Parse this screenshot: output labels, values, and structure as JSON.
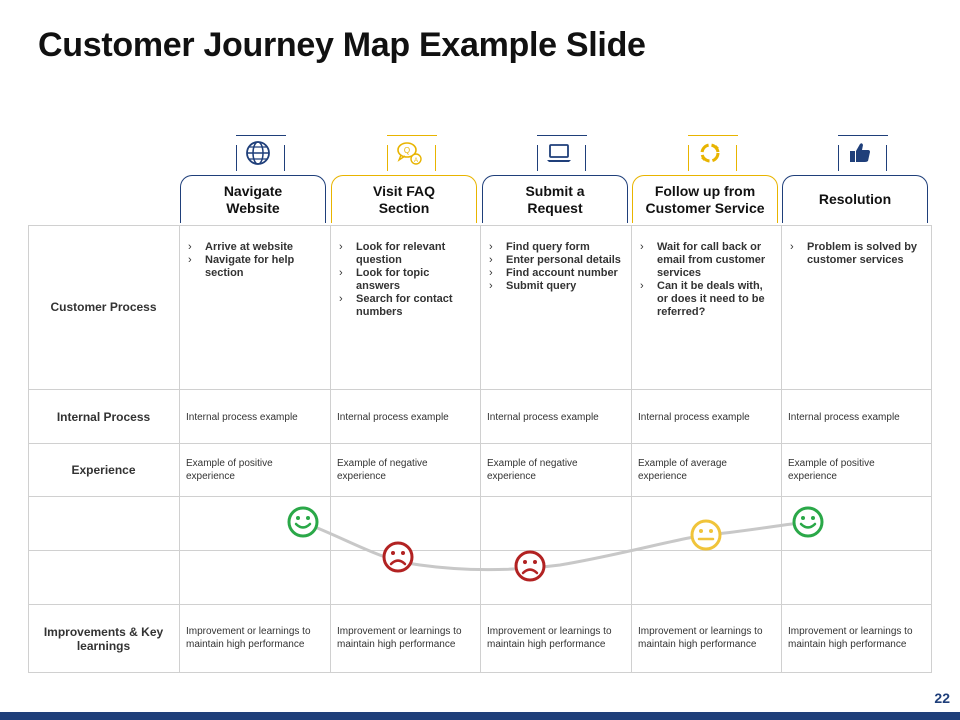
{
  "title": "Customer Journey Map Example Slide",
  "page_number": "22",
  "stages": [
    {
      "label": "Navigate\nWebsite",
      "icon": "globe-icon",
      "accent": "#1f3f7a"
    },
    {
      "label": "Visit FAQ\nSection",
      "icon": "faq-icon",
      "accent": "#e8b400"
    },
    {
      "label": "Submit a\nRequest",
      "icon": "laptop-icon",
      "accent": "#1f3f7a"
    },
    {
      "label": "Follow up from\nCustomer Service",
      "icon": "refresh-icon",
      "accent": "#e8b400"
    },
    {
      "label": "Resolution",
      "icon": "thumbs-up-icon",
      "accent": "#1f3f7a"
    }
  ],
  "rows": {
    "customer_process": {
      "label": "Customer Process",
      "cells": [
        [
          "Arrive at website",
          "Navigate for help section"
        ],
        [
          "Look for relevant question",
          "Look for topic answers",
          "Search for contact numbers"
        ],
        [
          "Find query form",
          "Enter personal details",
          "Find account number",
          "Submit query"
        ],
        [
          "Wait for call back or email from customer services",
          "Can it be deals with, or does it need to be referred?"
        ],
        [
          "Problem is solved by customer services"
        ]
      ]
    },
    "internal_process": {
      "label": "Internal Process",
      "cells": [
        "Internal process example",
        "Internal process example",
        "Internal process example",
        "Internal process example",
        "Internal process example"
      ]
    },
    "experience": {
      "label": "Experience",
      "cells": [
        "Example  of positive experience",
        "Example of negative experience",
        "Example  of negative experience",
        "Example  of average experience",
        "Example  of positive experience"
      ]
    },
    "improvements": {
      "label": "Improvements & Key learnings",
      "cells": [
        "Improvement or learnings to maintain high performance",
        "Improvement or learnings to maintain high performance",
        "Improvement or learnings to maintain high performance",
        "Improvement or learnings to maintain high performance",
        "Improvement or learnings to maintain high performance"
      ]
    }
  },
  "moods": [
    {
      "type": "happy",
      "color": "#2aa848"
    },
    {
      "type": "sad",
      "color": "#b22222"
    },
    {
      "type": "sad",
      "color": "#b22222"
    },
    {
      "type": "neutral",
      "color": "#f0c43a"
    },
    {
      "type": "happy",
      "color": "#2aa848"
    }
  ],
  "colors": {
    "navy": "#1f3f7a",
    "yellow": "#e8b400",
    "curve": "#bdbdbd"
  }
}
